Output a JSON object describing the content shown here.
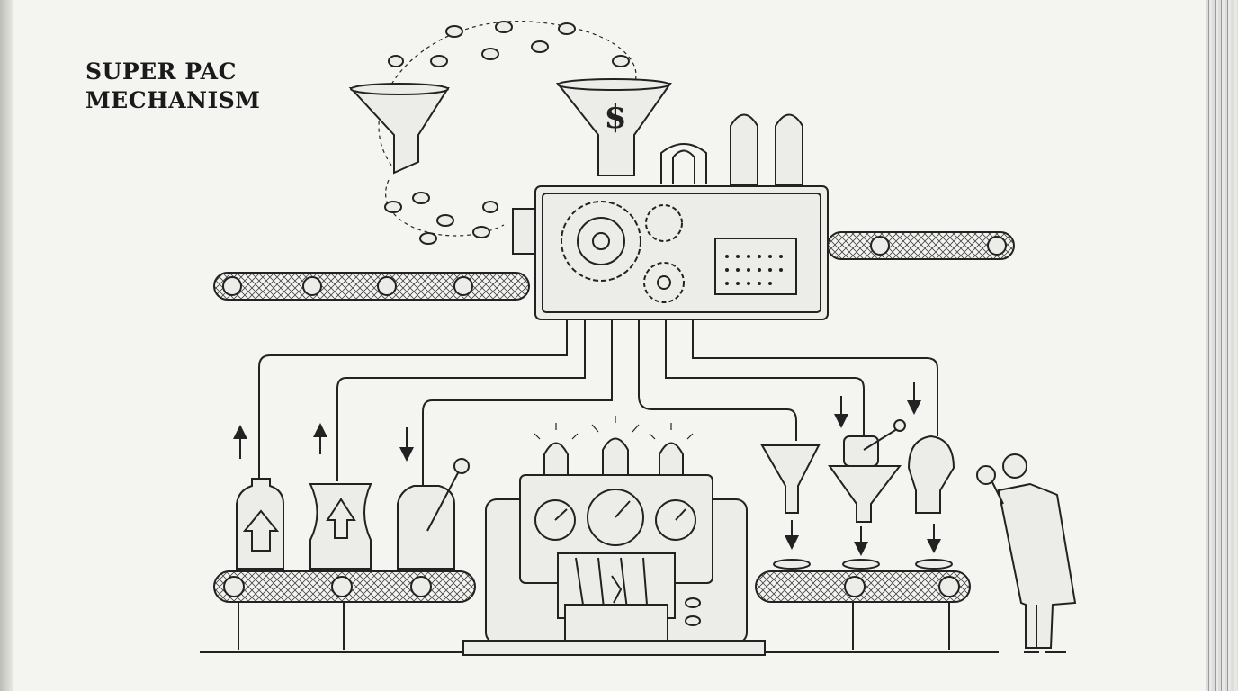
{
  "title": {
    "line1": "SUPER PAC",
    "line2": "MECHANISM"
  },
  "funnel_symbol": "$",
  "icons": [
    "funnel-icon",
    "coin-icon",
    "gear-icon",
    "vacuum-tube-icon",
    "conveyor-belt-icon",
    "gauge-icon",
    "light-bulb-icon",
    "bottle-icon",
    "arrow-up-icon",
    "arrow-down-icon",
    "magnifying-glass-icon",
    "scientist-figure"
  ],
  "colors": {
    "ink": "#222222",
    "paper": "#f4f4f1"
  }
}
